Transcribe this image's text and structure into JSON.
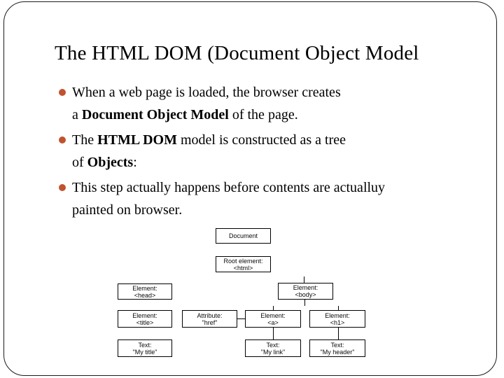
{
  "slide": {
    "title": "The HTML DOM (Document Object Model",
    "bullet_color": "#C0532F",
    "bullets": [
      {
        "lines": [
          [
            {
              "text": "When a web page is loaded, the browser creates",
              "bold": false
            }
          ],
          [
            {
              "text": "a ",
              "bold": false
            },
            {
              "text": "Document Object Model",
              "bold": true
            },
            {
              "text": " of the page.",
              "bold": false
            }
          ]
        ]
      },
      {
        "lines": [
          [
            {
              "text": "The ",
              "bold": false
            },
            {
              "text": "HTML DOM",
              "bold": true
            },
            {
              "text": " model is constructed as a tree",
              "bold": false
            }
          ],
          [
            {
              "text": "of ",
              "bold": false
            },
            {
              "text": "Objects",
              "bold": true
            },
            {
              "text": ":",
              "bold": false
            }
          ]
        ]
      },
      {
        "lines": [
          [
            {
              "text": "This step actually happens before contents are actualluy",
              "bold": false
            }
          ],
          [
            {
              "text": "painted on browser.",
              "bold": false
            }
          ]
        ]
      }
    ]
  },
  "diagram": {
    "nodes": {
      "document": {
        "line1": "Document",
        "line2": ""
      },
      "root": {
        "line1": "Root element:",
        "line2": "<html>"
      },
      "head": {
        "line1": "Element:",
        "line2": "<head>"
      },
      "body": {
        "line1": "Element:",
        "line2": "<body>"
      },
      "title_el": {
        "line1": "Element:",
        "line2": "<title>"
      },
      "attr": {
        "line1": "Attribute:",
        "line2": "\"href\""
      },
      "a_el": {
        "line1": "Element:",
        "line2": "<a>"
      },
      "h1": {
        "line1": "Element:",
        "line2": "<h1>"
      },
      "text_title": {
        "line1": "Text:",
        "line2": "\"My title\""
      },
      "text_link": {
        "line1": "Text:",
        "line2": "\"My link\""
      },
      "text_header": {
        "line1": "Text:",
        "line2": "\"My header\""
      }
    }
  }
}
